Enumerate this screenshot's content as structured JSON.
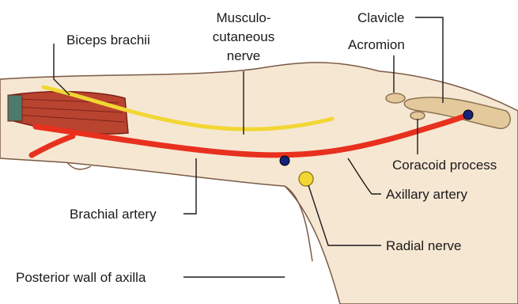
{
  "labels": {
    "biceps": "Biceps brachii",
    "musculo_line1": "Musculo-",
    "musculo_line2": "cutaneous",
    "musculo_line3": "nerve",
    "clavicle": "Clavicle",
    "acromion": "Acromion",
    "coracoid": "Coracoid process",
    "axillary_artery": "Axillary artery",
    "brachial_artery": "Brachial artery",
    "radial_nerve": "Radial nerve",
    "posterior_wall": "Posterior wall of axilla"
  },
  "colors": {
    "skin": "#f6e7d3",
    "skin_outline": "#7a5a44",
    "artery": "#e8301e",
    "artery_outline": "#8a1a10",
    "nerve": "#f2d633",
    "nerve_outline": "#9a8420",
    "muscle": "#b8432f",
    "muscle_dark": "#7d2216",
    "bone": "#e3c99b",
    "bone_outline": "#8d7352",
    "leader": "#1a1a1a",
    "node": "#14237a"
  }
}
